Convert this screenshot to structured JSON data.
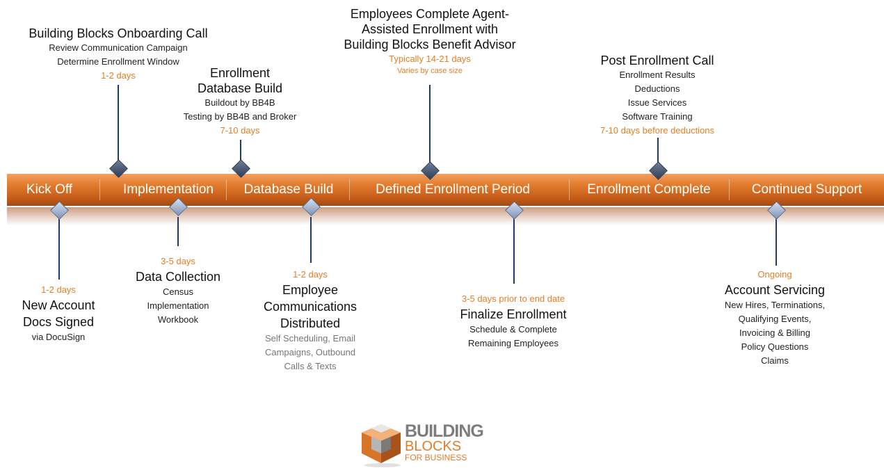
{
  "phases": [
    {
      "label": "Kick Off"
    },
    {
      "label": "Implementation"
    },
    {
      "label": "Database Build"
    },
    {
      "label": "Defined Enrollment Period"
    },
    {
      "label": "Enrollment Complete"
    },
    {
      "label": "Continued Support"
    }
  ],
  "top_milestones": {
    "onboarding": {
      "title": "Building Blocks Onboarding Call",
      "lines": [
        "Review Communication Campaign",
        "Determine Enrollment Window"
      ],
      "duration": "1-2 days"
    },
    "database": {
      "title_lines": [
        "Enrollment",
        "Database Build"
      ],
      "lines": [
        "Buildout by BB4B",
        "Testing by BB4B and Broker"
      ],
      "duration": "7-10 days"
    },
    "enrollment": {
      "title_lines": [
        "Employees Complete Agent-",
        "Assisted Enrollment with",
        "Building Blocks Benefit Advisor"
      ],
      "duration": "Typically 14-21 days",
      "note": "Varies by case size"
    },
    "post": {
      "title": "Post Enrollment Call",
      "lines": [
        "Enrollment Results",
        "Deductions",
        "Issue Services",
        "Software Training"
      ],
      "duration": "7-10 days before deductions"
    }
  },
  "bottom_milestones": {
    "account": {
      "duration": "1-2 days",
      "title_lines": [
        "New Account",
        "Docs Signed"
      ],
      "lines": [
        "via DocuSign"
      ]
    },
    "data": {
      "duration": "3-5 days",
      "title": "Data Collection",
      "lines": [
        "Census",
        "Implementation",
        "Workbook"
      ]
    },
    "comms": {
      "duration": "1-2 days",
      "title_lines": [
        "Employee",
        "Communications",
        "Distributed"
      ],
      "lines": [
        "Self Scheduling, Email",
        "Campaigns, Outbound",
        "Calls & Texts"
      ]
    },
    "finalize": {
      "duration": "3-5 days prior to end date",
      "title": "Finalize Enrollment",
      "lines": [
        "Schedule & Complete",
        "Remaining Employees"
      ]
    },
    "servicing": {
      "duration": "Ongoing",
      "title": "Account Servicing",
      "lines": [
        "New Hires, Terminations,",
        "Qualifying Events,",
        "Invoicing & Billing",
        "Policy Questions",
        "Claims"
      ]
    }
  },
  "logo": {
    "line1": "BUILDING",
    "line2": "BLOCKS",
    "line3": "FOR BUSINESS"
  },
  "colors": {
    "band": "#e27b2c",
    "duration_text": "#e67e22",
    "connector": "#1e3a6e"
  }
}
